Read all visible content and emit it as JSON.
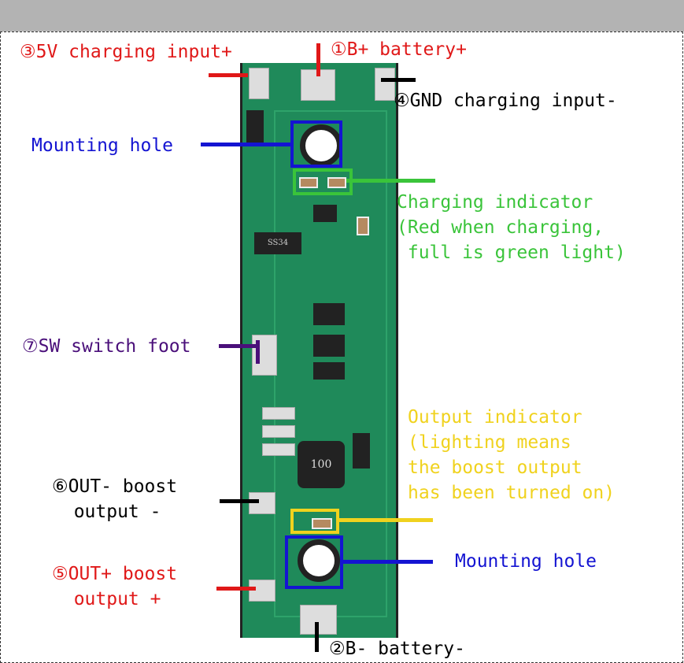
{
  "labels": {
    "l3": "③5V charging input+",
    "l1": "①B+ battery+",
    "l4": "④GND charging input-",
    "mount_top": "Mounting hole",
    "charge_ind": "Charging indicator\n(Red when charging,\n full is green light)",
    "l7": "⑦SW switch foot",
    "out_ind": "Output indicator\n(lighting means\nthe boost output\nhas been turned on)",
    "l6": "⑥OUT- boost\n  output -",
    "mount_bottom": "Mounting hole",
    "l5": "⑤OUT+ boost\n  output +",
    "l2": "②B- battery-"
  },
  "board_markings": {
    "inductor": "100",
    "diode": "SS34"
  },
  "colors": {
    "red": "#e01818",
    "blue": "#1414d2",
    "green": "#3ac43a",
    "purple": "#4a0f7a",
    "yellow": "#f0d21e",
    "black": "#000000",
    "board": "#1f8a5a"
  }
}
